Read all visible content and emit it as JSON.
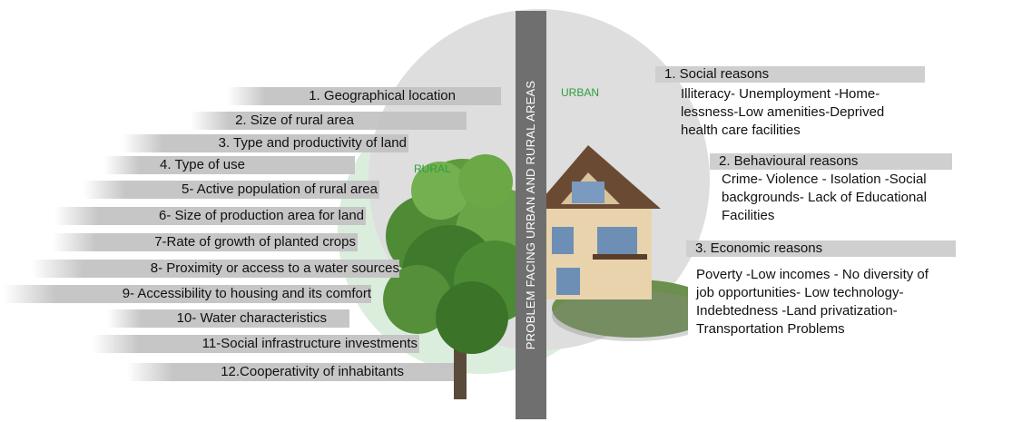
{
  "divider_title": "PROBLEM FACING URBAN AND RURAL AREAS",
  "urban_label": "URBAN",
  "rural_label": "RURAL",
  "rural_factors": [
    "1.  Geographical location",
    "2. Size of rural area",
    "3. Type and productivity of land",
    "4. Type of use",
    "5- Active population of rural area",
    "6- Size of production area for land",
    "7-Rate of growth of planted crops",
    "8- Proximity or access to a water sources",
    "9- Accessibility to housing and its comfort",
    "10- Water characteristics",
    "11-Social infrastructure investments",
    "12.Cooperativity of inhabitants"
  ],
  "urban_reasons": [
    {
      "title": "1. Social reasons",
      "body": "Illiteracy- Unemployment -Home-\nlessness-Low amenities-Deprived\nhealth care facilities"
    },
    {
      "title": "2. Behavioural reasons",
      "body": "Crime- Violence - Isolation -Social\nbackgrounds- Lack of Educational\nFacilities"
    },
    {
      "title": "3. Economic reasons",
      "body": "Poverty -Low incomes - No diversity of\njob opportunities- Low technology-\n Indebtedness -Land privatization-\nTransportation Problems"
    }
  ]
}
